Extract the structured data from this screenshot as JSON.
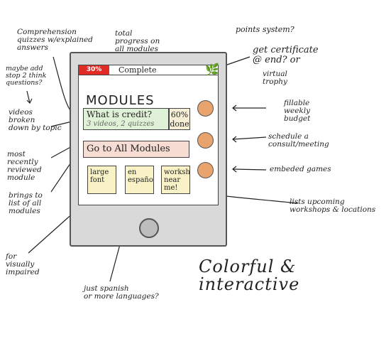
{
  "app": {
    "progress": {
      "fill_label": "30%",
      "fill_fraction": 0.22,
      "label": "Complete"
    },
    "modules_title": "MODULES",
    "current_module": {
      "title": "What is credit?",
      "details": "3 videos, 2 quizzes",
      "percent_done": "60%\ndone"
    },
    "all_modules_button": "Go to All Modules",
    "buttons": [
      "large\nfont",
      "en\nespañol",
      "workshops\nnear\nme!"
    ]
  },
  "annotations": {
    "comprehension": "Comprehension\nquizzes w/explained\nanswers",
    "total_progress": "total\nprogress on\nall modules",
    "points_system": "points system?",
    "certificate": "get certificate\n@ end? or",
    "virtual_trophy": "virtual\ntrophy",
    "think_questions": "maybe add\nstop 2 think\nquestions?",
    "videos_broken": "videos\nbroken\ndown by topic",
    "most_recent": "most\nrecently\nreviewed\nmodule",
    "brings_to": "brings to\nlist of all\nmodules",
    "visually_impaired": "for\nvisually\nimpaired",
    "spanish": "just spanish\nor more languages?",
    "fillable_budget": "fillable\nweekly\nbudget",
    "schedule_consult": "schedule a\nconsult/meeting",
    "embedded_games": "embeded games",
    "upcoming_workshops": "lists upcoming\nworkshops & locations",
    "tagline": "Colorful & interactive"
  }
}
